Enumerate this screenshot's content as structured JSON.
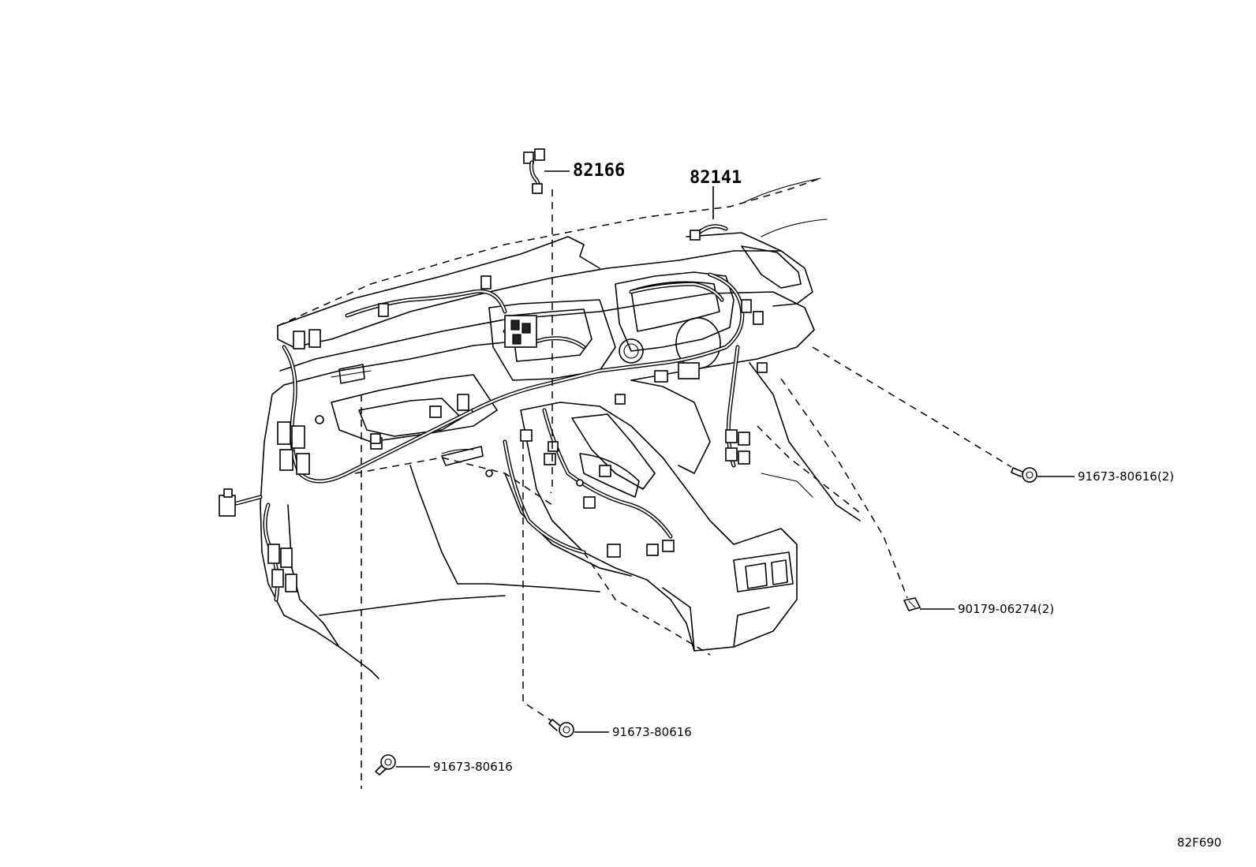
{
  "diagram": {
    "type": "exploded parts diagram",
    "subject": "instrument panel wire harness",
    "parts": [
      {
        "id": "p82166",
        "number": "82166"
      },
      {
        "id": "p82141",
        "number": "82141"
      },
      {
        "id": "p91673-80616-2",
        "number": "91673-80616(2)"
      },
      {
        "id": "p90179-06274-2",
        "number": "90179-06274(2)"
      },
      {
        "id": "p91673-80616-a",
        "number": "91673-80616"
      },
      {
        "id": "p91673-80616-b",
        "number": "91673-80616"
      }
    ],
    "illustration_code": "82F690"
  }
}
